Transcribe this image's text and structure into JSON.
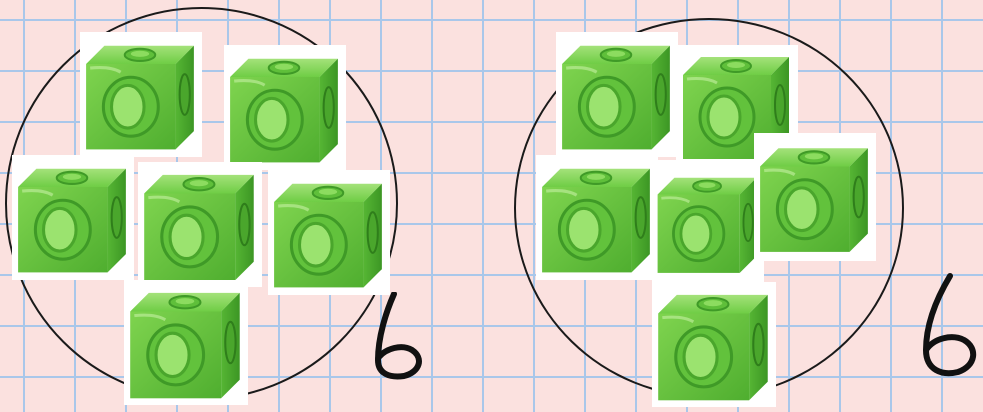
{
  "groups": [
    {
      "cubes": 6,
      "label": "6"
    },
    {
      "cubes": 6,
      "label": "6"
    }
  ],
  "colors": {
    "background": "#fbe1df",
    "grid": "#a9c7ea",
    "cube_green": "#5fbf3a",
    "ink": "#111111"
  },
  "icons": [
    "green-linking-cube-icon",
    "handwritten-number-six"
  ]
}
